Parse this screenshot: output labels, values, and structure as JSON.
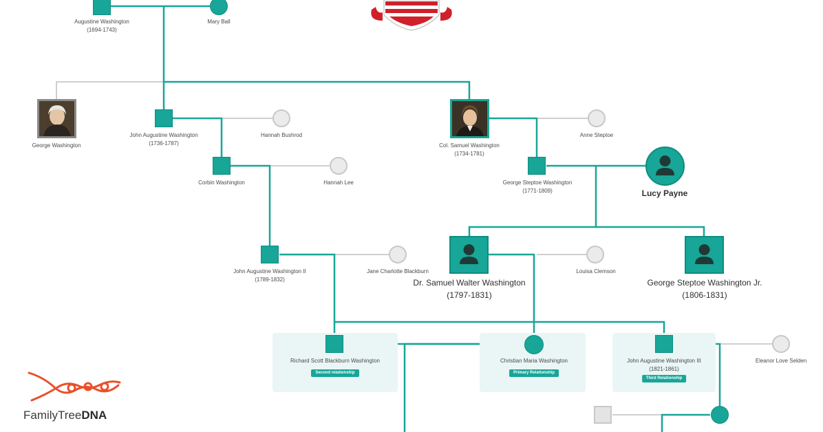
{
  "people": {
    "augustine": {
      "name": "Augustine Washington",
      "dates": "(1694-1743)"
    },
    "mary_ball": {
      "name": "Mary Ball"
    },
    "george": {
      "name": "George Washington"
    },
    "john_augustine": {
      "name": "John Augustine Washington",
      "dates": "(1736-1787)"
    },
    "hannah_bushrod": {
      "name": "Hannah Bushrod"
    },
    "col_samuel": {
      "name": "Col. Samuel Washington",
      "dates": "(1734-1781)"
    },
    "anne_steptoe": {
      "name": "Anne Steptoe"
    },
    "corbin": {
      "name": "Corbin Washington"
    },
    "hannah_lee": {
      "name": "Hannah Lee"
    },
    "george_steptoe": {
      "name": "George Steptoe Washington",
      "dates": "(1771-1809)"
    },
    "lucy_payne": {
      "name": "Lucy Payne"
    },
    "john_augustine_ii": {
      "name": "John Augustine Washington II",
      "dates": "(1789-1832)"
    },
    "jane_blackburn": {
      "name": "Jane Charlotte Blackburn"
    },
    "dr_samuel": {
      "name": "Dr. Samuel Walter Washington",
      "dates": "(1797-1831)"
    },
    "louisa_clemson": {
      "name": "Louisa Clemson"
    },
    "george_steptoe_jr": {
      "name": "George Steptoe Washington Jr.",
      "dates": "(1806-1831)"
    },
    "richard": {
      "name": "Richard Scott Blackburn Washington",
      "badge": "Second relationship"
    },
    "christian": {
      "name": "Christian Maria Washington",
      "badge": "Primary Relationship"
    },
    "john_augustine_iii": {
      "name": "John Augustine Washington III",
      "dates": "(1821-1861)",
      "badge": "Third Relationship"
    },
    "eleanor": {
      "name": "Eleanor Love Selden"
    }
  },
  "brand": {
    "family": "FamilyTree",
    "dna": "DNA"
  },
  "colors": {
    "primary": "#17a697",
    "line_grey": "#cfcfcf",
    "panel": "#e9f6f5",
    "logo": "#e8502a",
    "crest_red": "#d0202a"
  }
}
